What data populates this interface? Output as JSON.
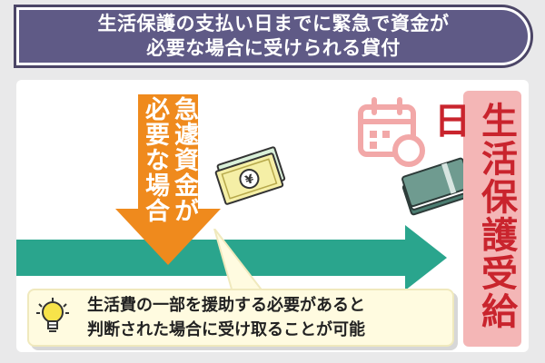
{
  "header": {
    "title_line1": "生活保護の支払い日までに緊急で資金が",
    "title_line2": "必要な場合に受けられる貸付"
  },
  "diagram": {
    "urgent_label": "急遽資金が必要な場合",
    "payment_day_label": "生活保護受給日",
    "note_line1": "生活費の一部を援助する必要があると",
    "note_line2": "判断された場合に受け取ることが可能",
    "icons": {
      "money": "yen-banknote-icon",
      "calendar": "calendar-icon",
      "passbook": "bankbook-icon",
      "idea": "light-bulb-icon"
    },
    "colors": {
      "banner": "#5f5a86",
      "timeline": "#2aa58d",
      "urgent_arrow": "#ef8a1d",
      "payment_box": "#f4b6b6",
      "payment_text": "#c9242d",
      "note_box": "#fffbe0"
    }
  }
}
